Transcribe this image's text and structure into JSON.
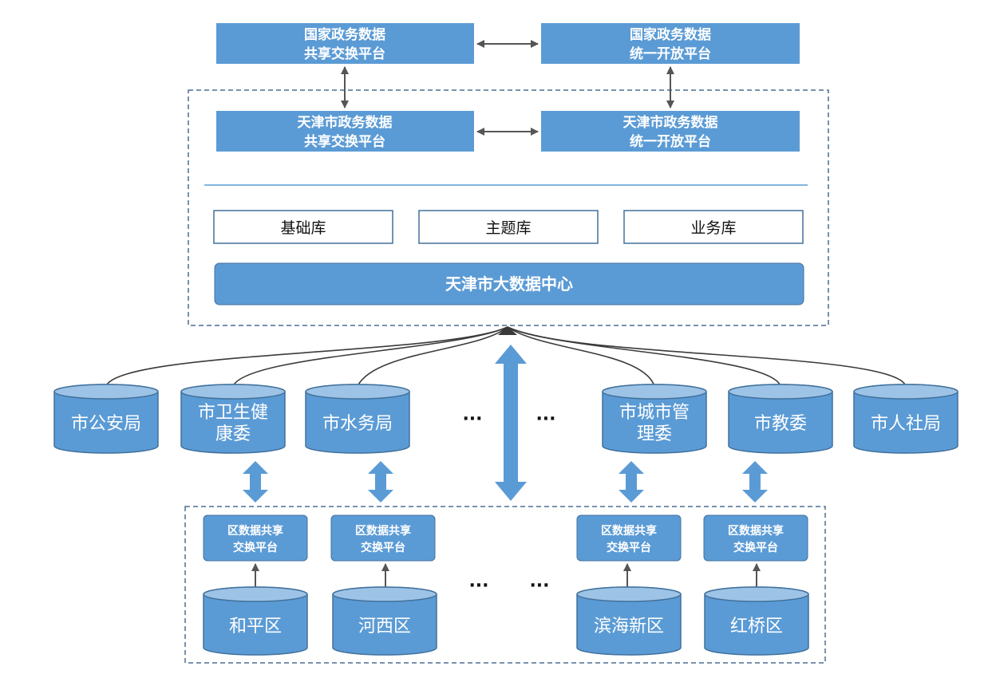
{
  "colors": {
    "box": "#5B9BD5",
    "box_dark": "#41719C",
    "cyl_top": "#9DC3E6",
    "line": "#555555",
    "dash": "#4A6F93",
    "text_white": "#FFFFFF",
    "text_dark": "#111111"
  },
  "national": {
    "exchange": {
      "line1": "国家政务数据",
      "line2": "共享交换平台"
    },
    "open": {
      "line1": "国家政务数据",
      "line2": "统一开放平台"
    }
  },
  "tianjin": {
    "exchange": {
      "line1": "天津市政务数据",
      "line2": "共享交换平台"
    },
    "open": {
      "line1": "天津市政务数据",
      "line2": "统一开放平台"
    },
    "libraries": [
      "基础库",
      "主题库",
      "业务库"
    ],
    "center": "天津市大数据中心"
  },
  "bureaus": [
    {
      "line1": "市公安局",
      "line2": ""
    },
    {
      "line1": "市卫生健",
      "line2": "康委"
    },
    {
      "line1": "市水务局",
      "line2": ""
    },
    {
      "line1": "市城市管",
      "line2": "理委"
    },
    {
      "line1": "市教委",
      "line2": ""
    },
    {
      "line1": "市人社局",
      "line2": ""
    }
  ],
  "ellipsis": "···",
  "district_platform": {
    "line1": "区数据共享",
    "line2": "交换平台"
  },
  "districts": [
    "和平区",
    "河西区",
    "滨海新区",
    "红桥区"
  ]
}
